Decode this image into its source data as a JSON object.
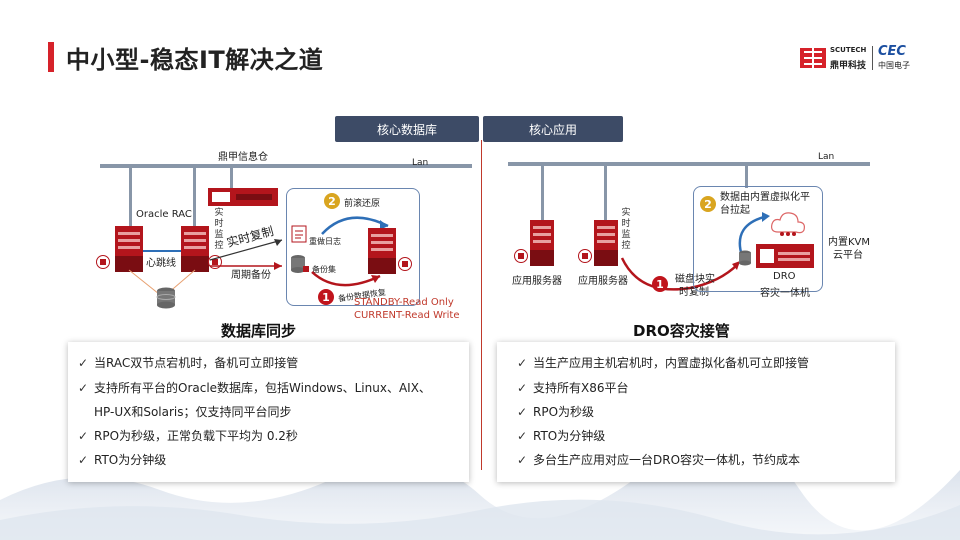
{
  "header": {
    "title": "中小型-稳态IT解决之道",
    "logo": {
      "brand_en": "SCUTECH",
      "brand_cn": "鼎甲科技",
      "partner_en": "CEC",
      "partner_cn": "中国电子"
    }
  },
  "left": {
    "tab": "核心数据库",
    "network_label": "鼎甲信息仓",
    "lan_label": "Lan",
    "oracle_rac": "Oracle RAC",
    "heartbeat": "心跳线",
    "realtime_monitor": "实时监控",
    "realtime_copy": "实时复制",
    "periodic_backup": "周期备份",
    "forward_restore": "前滚还原",
    "redo_log": "重做日志",
    "backup_set": "备份集",
    "backup_restore": "备份数据恢复",
    "standby_note": "STANDBY-Read Only",
    "current_note": "CURRENT-Read Write",
    "heading": "数据库同步",
    "bullets": [
      "当RAC双节点宕机时，备机可立即接管",
      "支持所有平台的Oracle数据库，包括Windows、Linux、AIX、",
      "HP-UX和Solaris；仅支持同平台同步",
      "RPO为秒级，正常负载下平均为  0.2秒",
      "RTO为分钟级"
    ],
    "bullet_checks": [
      true,
      true,
      false,
      true,
      true
    ]
  },
  "right": {
    "tab": "核心应用",
    "lan_label": "Lan",
    "app_server_1": "应用服务器",
    "app_server_2": "应用服务器",
    "realtime_monitor": "实时监控",
    "disk_copy_1": "磁盘块实",
    "disk_copy_2": "时复制",
    "virt_title_1": "数据由内置虚拟化平",
    "virt_title_2": "台拉起",
    "kvm_1": "内置KVM",
    "kvm_2": "云平台",
    "dro_1": "DRO",
    "dro_2": "容灾一体机",
    "heading": "DRO容灾接管",
    "bullets": [
      "当生产应用主机宕机时，内置虚拟化备机可立即接管",
      "支持所有X86平台",
      "RPO为秒级",
      "RTO为分钟级",
      "多台生产应用对应一台DRO容灾一体机，节约成本"
    ]
  },
  "badges": {
    "one": "1",
    "two": "2"
  },
  "colors": {
    "accent_red": "#d6222a",
    "tab_bg": "#3d4b66",
    "badge_red": "#c0141c",
    "badge_gold": "#d9a520",
    "note_red": "#c0392b"
  }
}
